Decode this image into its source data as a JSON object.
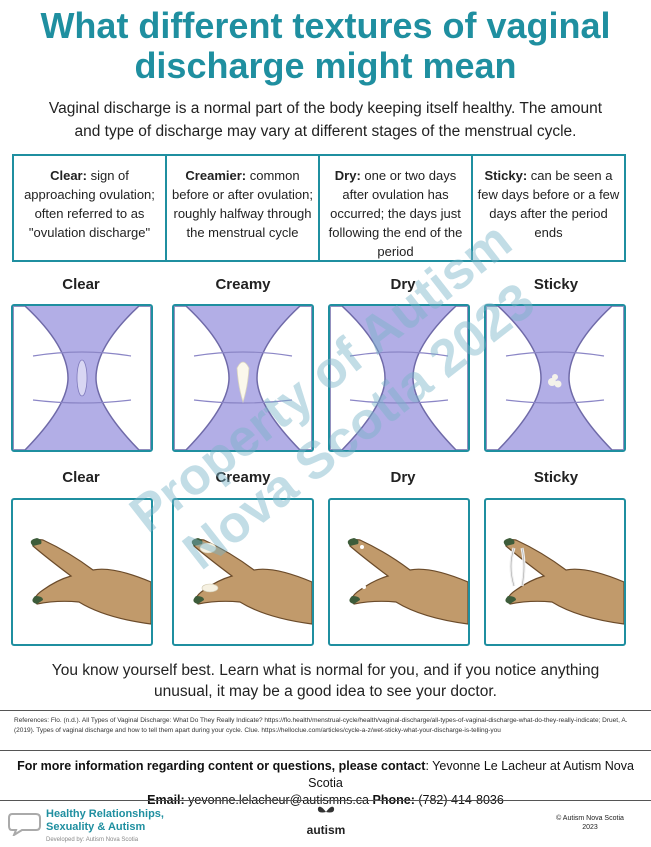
{
  "title_line1": "What different textures of vaginal",
  "title_line2": "discharge might mean",
  "intro_line1": "Vaginal discharge is a normal part of the body keeping itself healthy. The amount",
  "intro_line2": "and type of discharge may vary at different stages of the menstrual cycle.",
  "table": [
    {
      "term": "Clear:",
      "desc": "sign of approaching ovulation; often referred to as \"ovulation discharge\""
    },
    {
      "term": "Creamier:",
      "desc": "common before or after ovulation; roughly halfway through the menstrual cycle"
    },
    {
      "term": "Dry:",
      "desc": "one or two days after ovulation has occurred; the days just following the end of the period"
    },
    {
      "term": "Sticky:",
      "desc": "can be seen a few days before or a few days after the period ends"
    }
  ],
  "row1_labels": [
    "Clear",
    "Creamy",
    "Dry",
    "Sticky"
  ],
  "row2_labels": [
    "Clear",
    "Creamy",
    "Dry",
    "Sticky"
  ],
  "outro_line1": "You know yourself best. Learn what is normal for you, and if you notice anything",
  "outro_line2": "unusual, it may be a good idea to see your doctor.",
  "references": "References: Flo. (n.d.). All Types of Vaginal Discharge: What Do They Really Indicate? https://flo.health/menstrual-cycle/health/vaginal-discharge/all-types-of-vaginal-discharge-what-do-they-really-indicate; Druet, A. (2019). Types of vaginal discharge and how to tell them apart during your cycle. Clue. https://helloclue.com/articles/cycle-a-z/wet-sticky-what-your-discharge-is-telling-you",
  "contact_prefix": "For more information regarding content or questions, please contact",
  "contact_name": ": Yevonne Le Lacheur at Autism Nova Scotia",
  "email_label": "Email:",
  "email_value": "yevonne.lelacheur@autismns.ca",
  "phone_label": "Phone:",
  "phone_value": "(782) 414-8036",
  "watermark_line1": "Property of Autism",
  "watermark_line2": "Nova Scotia 2023",
  "brand_line1": "Healthy Relationships,",
  "brand_line2": "Sexuality & Autism",
  "brand_sub": "Developed by: Autism Nova Scotia",
  "center_logo": "autism",
  "copyright_line1": "© Autism Nova Scotia",
  "copyright_line2": "2023",
  "colors": {
    "accent": "#1f8fa0",
    "underwear": "#b2aee6",
    "skin": "#c19a6b",
    "nail": "#3d5c3a"
  }
}
